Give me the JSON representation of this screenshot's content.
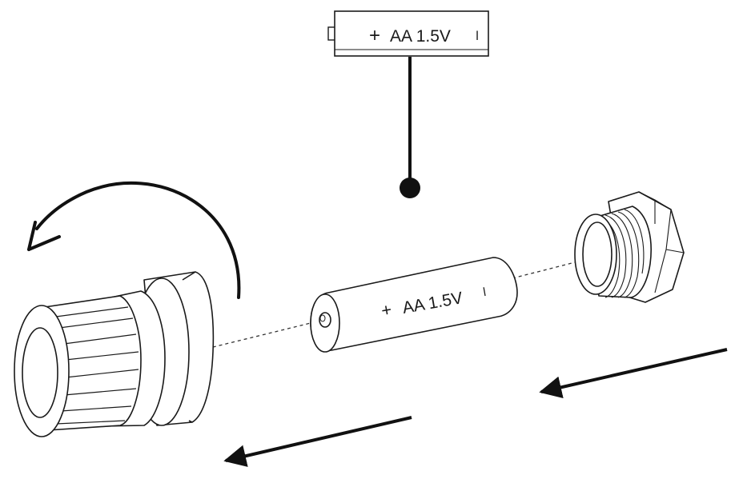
{
  "diagram": {
    "callout_battery": {
      "polarity": "+",
      "label": "AA 1.5V",
      "minus_mark": "l"
    },
    "main_battery": {
      "polarity": "+",
      "label": "AA 1.5V",
      "minus_mark": "l"
    },
    "icons": {
      "rotate": "curved-rotate-arrow-icon",
      "remove_cap": "slide-left-arrow-icon",
      "slide_battery": "slide-left-arrow-icon"
    },
    "colors": {
      "line": "#1a1a1a",
      "fill": "#ffffff",
      "accent": "#111111"
    }
  }
}
